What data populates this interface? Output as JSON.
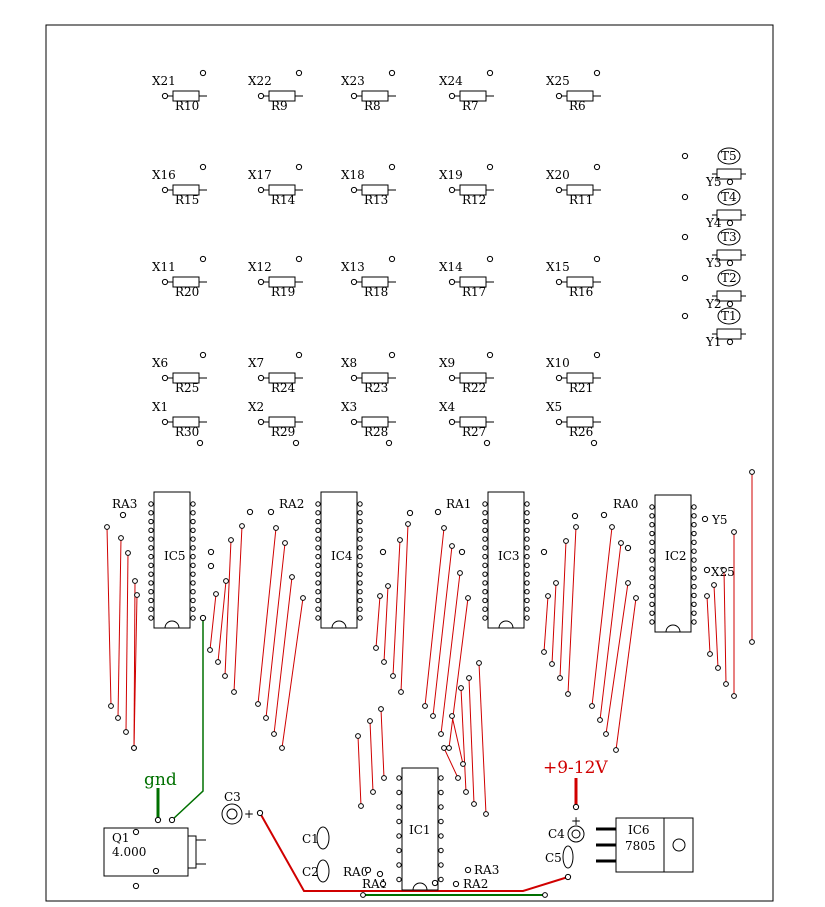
{
  "resistor_grid": [
    [
      {
        "x": "X21",
        "r": "R10"
      },
      {
        "x": "X22",
        "r": "R9"
      },
      {
        "x": "X23",
        "r": "R8"
      },
      {
        "x": "X24",
        "r": "R7"
      },
      {
        "x": "X25",
        "r": "R6"
      }
    ],
    [
      {
        "x": "X16",
        "r": "R15"
      },
      {
        "x": "X17",
        "r": "R14"
      },
      {
        "x": "X18",
        "r": "R13"
      },
      {
        "x": "X19",
        "r": "R12"
      },
      {
        "x": "X20",
        "r": "R11"
      }
    ],
    [
      {
        "x": "X11",
        "r": "R20"
      },
      {
        "x": "X12",
        "r": "R19"
      },
      {
        "x": "X13",
        "r": "R18"
      },
      {
        "x": "X14",
        "r": "R17"
      },
      {
        "x": "X15",
        "r": "R16"
      }
    ],
    [
      {
        "x": "X6",
        "r": "R25"
      },
      {
        "x": "X7",
        "r": "R24"
      },
      {
        "x": "X8",
        "r": "R23"
      },
      {
        "x": "X9",
        "r": "R22"
      },
      {
        "x": "X10",
        "r": "R21"
      }
    ],
    [
      {
        "x": "X1",
        "r": "R30"
      },
      {
        "x": "X2",
        "r": "R29"
      },
      {
        "x": "X3",
        "r": "R28"
      },
      {
        "x": "X4",
        "r": "R27"
      },
      {
        "x": "X5",
        "r": "R26"
      }
    ]
  ],
  "transistors": [
    {
      "t": "T5",
      "y": "Y5"
    },
    {
      "t": "T4",
      "y": "Y4"
    },
    {
      "t": "T3",
      "y": "Y3"
    },
    {
      "t": "T2",
      "y": "Y2"
    },
    {
      "t": "T1",
      "y": "Y1"
    }
  ],
  "ic_row": [
    {
      "name": "IC5",
      "ra": "RA3"
    },
    {
      "name": "IC4",
      "ra": "RA2"
    },
    {
      "name": "IC3",
      "ra": "RA1"
    },
    {
      "name": "IC2",
      "ra": "RA0"
    }
  ],
  "ic2_side_labels": {
    "y5": "Y5",
    "x25": "X25"
  },
  "ic1": {
    "name": "IC1",
    "ra0": "RA0",
    "ra1": "RA1",
    "ra2": "RA2",
    "ra3": "RA3"
  },
  "crystal": {
    "ref": "Q1",
    "value": "4.000"
  },
  "regulator": {
    "ref": "IC6",
    "part": "7805"
  },
  "capacitors": {
    "c1": "C1",
    "c2": "C2",
    "c3": "C3",
    "c4": "C4",
    "c5": "C5"
  },
  "plus_sign": "+",
  "power_label": "+9-12V",
  "gnd_label": "gnd",
  "colors": {
    "trace_red": "#d00000",
    "trace_green": "#007000",
    "outline": "#000000"
  }
}
